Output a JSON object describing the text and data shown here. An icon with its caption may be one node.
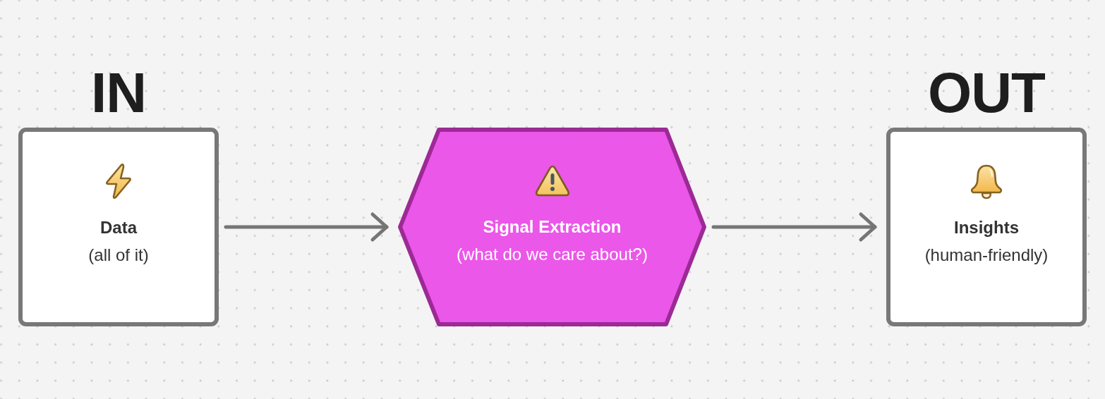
{
  "diagram": {
    "nodes": [
      {
        "text": [
          "IN",
          "Data",
          "(all of it)"
        ]
      },
      {
        "text": [
          "Signal Extraction",
          "(what do we care about?)"
        ]
      },
      {
        "text": [
          "OUT",
          "Insights",
          "(human-friendly)"
        ]
      }
    ],
    "edges": [
      {
        "from": 0,
        "to": 1,
        "arrow": "to"
      },
      {
        "from": 1,
        "to": 2,
        "arrow": "to"
      }
    ]
  }
}
